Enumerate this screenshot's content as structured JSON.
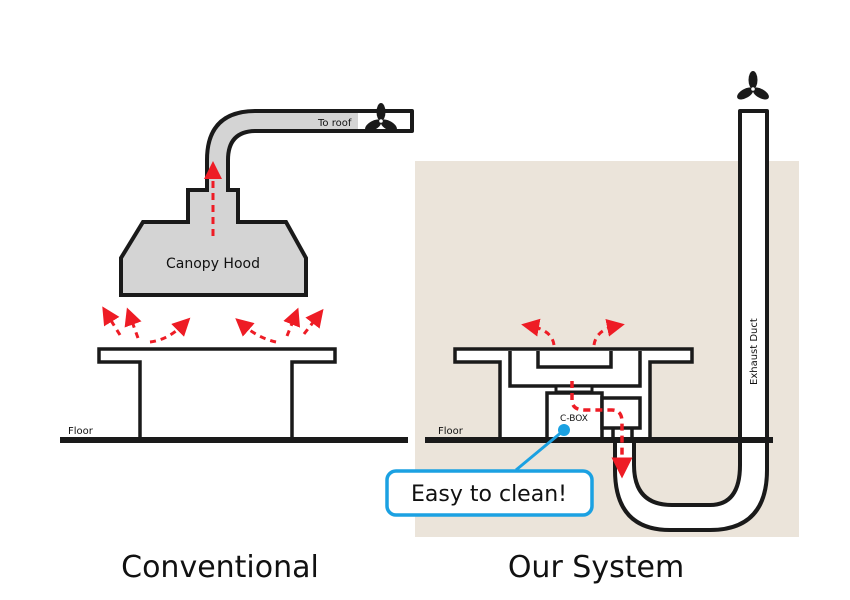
{
  "colors": {
    "panel_bg": "#ebe4da",
    "duct_fill": "#d4d4d4",
    "outline": "#1a1a1a",
    "airflow": "#ee1c25",
    "callout": "#1ba1e2"
  },
  "conventional": {
    "title": "Conventional",
    "hood_label": "Canopy Hood",
    "duct_label": "To roof",
    "floor_label": "Floor"
  },
  "our_system": {
    "title": "Our System",
    "cbox_label": "C-BOX",
    "duct_label": "Exhaust Duct",
    "floor_label": "Floor",
    "callout_text": "Easy to clean!"
  },
  "icons": {
    "fan": "fan-icon"
  }
}
